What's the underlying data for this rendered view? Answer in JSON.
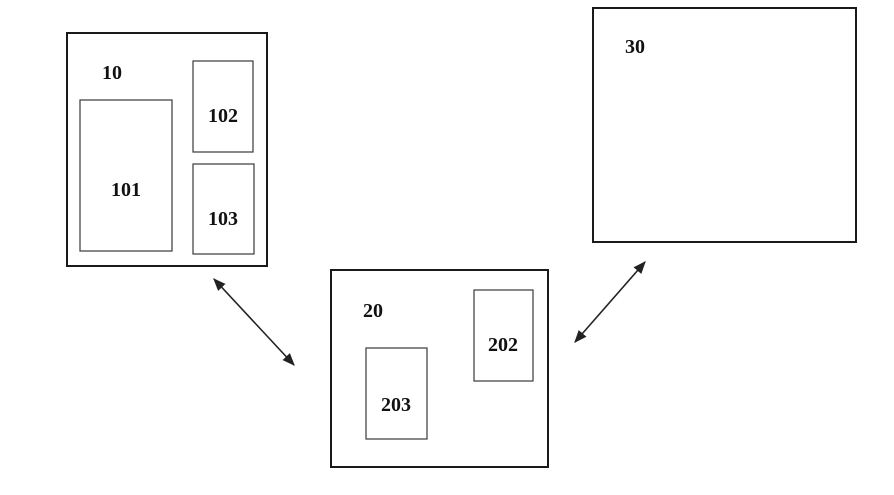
{
  "diagram": {
    "block_10": {
      "label": "10",
      "sub_101": "101",
      "sub_102": "102",
      "sub_103": "103"
    },
    "block_20": {
      "label": "20",
      "sub_202": "202",
      "sub_203": "203"
    },
    "block_30": {
      "label": "30"
    },
    "connectors": [
      {
        "from": "10",
        "to": "20",
        "type": "bidirectional-arrow"
      },
      {
        "from": "20",
        "to": "30",
        "type": "bidirectional-arrow"
      }
    ],
    "colors": {
      "stroke": "#1a1a1a",
      "background": "#ffffff"
    }
  }
}
